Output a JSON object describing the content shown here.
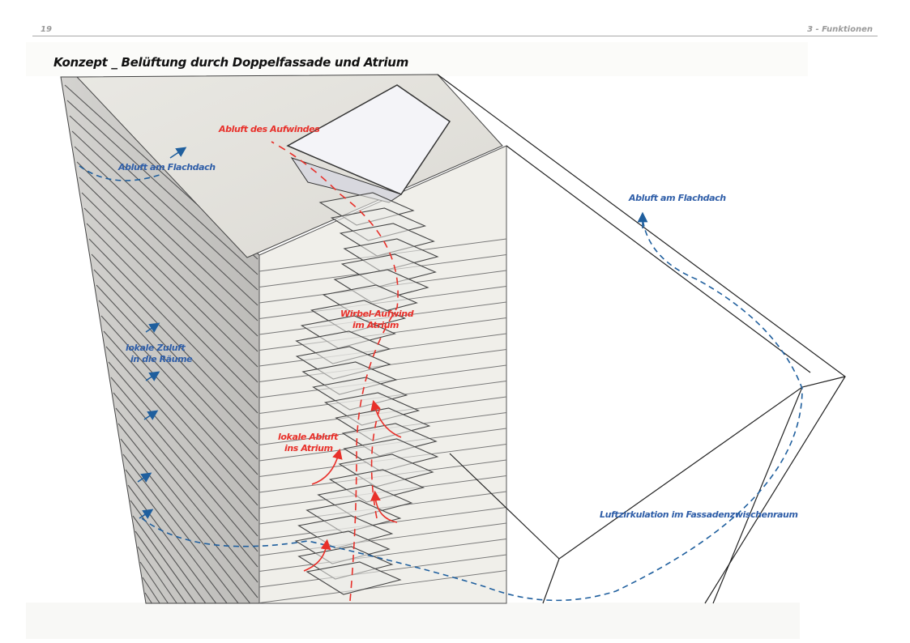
{
  "header": {
    "page_number": "19",
    "chapter": "3 - Funktionen"
  },
  "title": "Konzept _ Belüftung durch Doppelfassade und Atrium",
  "labels": {
    "exhaust_updraft": "Abluft des Aufwindes",
    "exhaust_roof_left": "Abluft am Flachdach",
    "exhaust_roof_right": "Abluft am Flachdach",
    "vortex_line1": "Wirbel-Aufwind",
    "vortex_line2": "im Atrium",
    "supply_line1": "lokale Zuluft",
    "supply_line2": "in die Räume",
    "local_exhaust_line1": "lokale Abluft",
    "local_exhaust_line2": "ins Atrium",
    "circulation": "Luftzirkulation im Fassadenzwischenraum"
  },
  "colors": {
    "red_flow": "#e8302a",
    "blue_flow": "#1f5f9e"
  }
}
